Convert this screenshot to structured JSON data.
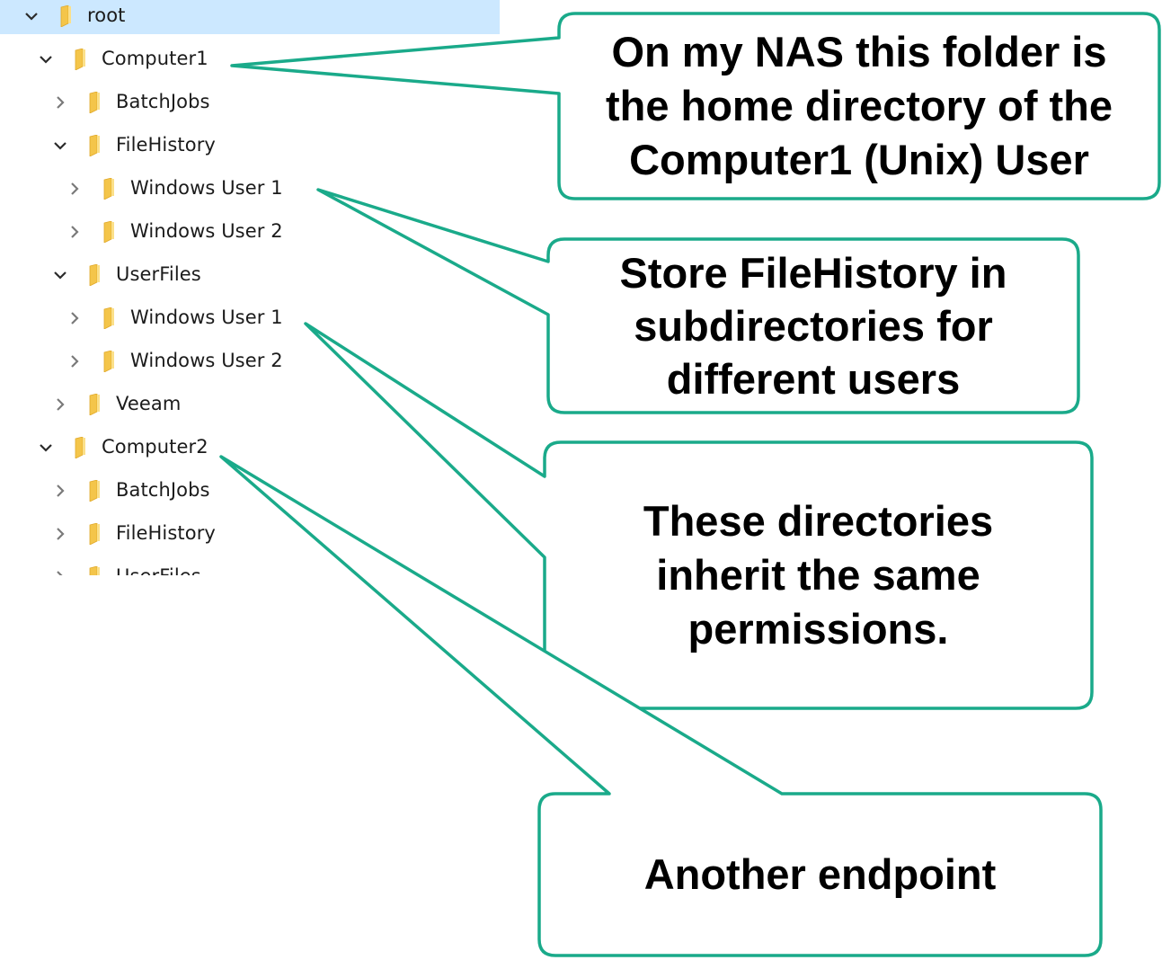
{
  "tree": {
    "items": [
      {
        "label": "root",
        "level": 0,
        "expanded": true,
        "selected": true
      },
      {
        "label": "Computer1",
        "level": 1,
        "expanded": true
      },
      {
        "label": "BatchJobs",
        "level": 2,
        "expanded": false
      },
      {
        "label": "FileHistory",
        "level": 2,
        "expanded": true
      },
      {
        "label": "Windows User 1",
        "level": 3,
        "expanded": false
      },
      {
        "label": "Windows User 2",
        "level": 3,
        "expanded": false
      },
      {
        "label": "UserFiles",
        "level": 2,
        "expanded": true
      },
      {
        "label": "Windows User 1",
        "level": 3,
        "expanded": false
      },
      {
        "label": "Windows User 2",
        "level": 3,
        "expanded": false
      },
      {
        "label": "Veeam",
        "level": 2,
        "expanded": false
      },
      {
        "label": "Computer2",
        "level": 1,
        "expanded": true
      },
      {
        "label": "BatchJobs",
        "level": 2,
        "expanded": false
      },
      {
        "label": "FileHistory",
        "level": 2,
        "expanded": false
      },
      {
        "label": "UserFiles",
        "level": 2,
        "expanded": false
      }
    ]
  },
  "callouts": [
    {
      "text": "On my NAS this folder is\nthe home directory of the\nComputer1 (Unix) User"
    },
    {
      "text": "Store FileHistory in\nsubdirectories for\ndifferent users"
    },
    {
      "text": "These directories\ninherit the same\npermissions."
    },
    {
      "text": "Another endpoint"
    }
  ],
  "colors": {
    "callout_border": "#1aaa8a",
    "selection": "#cce8ff",
    "chevron": "#2b2b2b",
    "folder": "#f4c54a"
  }
}
